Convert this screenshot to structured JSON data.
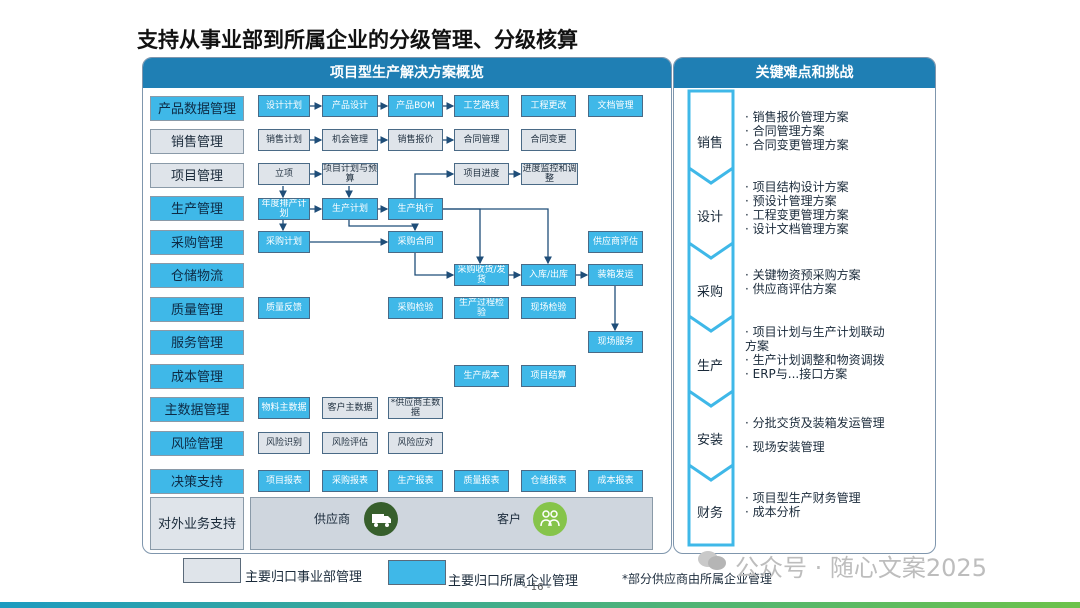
{
  "title": "支持从事业部到所属企业的分级管理、分级核算",
  "left_panel": {
    "header": "项目型生产解决方案概览",
    "categories": [
      "产品数据管理",
      "销售管理",
      "项目管理",
      "生产管理",
      "采购管理",
      "仓储物流",
      "质量管理",
      "服务管理",
      "成本管理",
      "主数据管理",
      "风险管理",
      "决策支持"
    ],
    "external": {
      "label": "对外业务支持",
      "supplier": "供应商",
      "customer": "客户"
    }
  },
  "boxes": {
    "design_plan": "设计计划",
    "product_design": "产品设计",
    "product_bom": "产品BOM",
    "process_route": "工艺路线",
    "eng_change": "工程更改",
    "doc_mgmt": "文档管理",
    "sales_plan": "销售计划",
    "opportunity": "机会管理",
    "sales_quote": "销售报价",
    "contract_mgmt": "合同管理",
    "contract_change": "合同变更",
    "project_setup": "立项",
    "project_plan": "项目计划与预算",
    "project_progress": "项目进度",
    "progress_monitor": "进度监控和调整",
    "annual_plan": "年度排产计划",
    "production_plan": "生产计划",
    "production_exec": "生产执行",
    "purchase_plan": "采购计划",
    "purchase_contract": "采购合同",
    "supplier_eval": "供应商评估",
    "receive_ship": "采购收货/发货",
    "warehouse_in_out": "入库/出库",
    "packing_ship": "装箱发运",
    "quality_feedback": "质量反馈",
    "purchase_inspect": "采购检验",
    "process_inspect": "生产过程检验",
    "site_inspect": "现场检验",
    "site_service": "现场服务",
    "production_cost": "生产成本",
    "project_settle": "项目结算",
    "material_master": "物料主数据",
    "customer_master": "客户主数据",
    "supplier_master": "*供应商主数据",
    "risk_identify": "风险识别",
    "risk_assess": "风险评估",
    "risk_response": "风险应对",
    "project_report": "项目报表",
    "purchase_report": "采购报表",
    "production_report": "生产报表",
    "quality_report": "质量报表",
    "warehouse_report": "仓储报表",
    "cost_report": "成本报表"
  },
  "right_panel": {
    "header": "关键难点和挑战",
    "stages": [
      {
        "name": "销售",
        "items": [
          "销售报价管理方案",
          "合同管理方案",
          "合同变更管理方案"
        ]
      },
      {
        "name": "设计",
        "items": [
          "项目结构设计方案",
          "预设计管理方案",
          "工程变更管理方案",
          "设计文档管理方案"
        ]
      },
      {
        "name": "采购",
        "items": [
          "关键物资预采购方案",
          "供应商评估方案"
        ]
      },
      {
        "name": "生产",
        "items": [
          "项目计划与生产计划联动方案",
          "生产计划调整和物资调拨",
          "ERP与...接口方案"
        ]
      },
      {
        "name": "安装",
        "items": [
          "分批交货及装箱发运管理",
          "现场安装管理"
        ]
      },
      {
        "name": "财务",
        "items": [
          "项目型生产财务管理",
          "成本分析"
        ]
      }
    ]
  },
  "legend": {
    "grey": "主要归口事业部管理",
    "blue": "主要归口所属企业管理",
    "note": "*部分供应商由所属企业管理"
  },
  "watermark": "公众号 · 随心文案2025",
  "page_number": "- 16 -",
  "colors": {
    "header_blue": "#1f7fb4",
    "box_blue": "#3fb8e8",
    "box_grey": "#dfe4ea",
    "arrow": "#1f4e79"
  }
}
